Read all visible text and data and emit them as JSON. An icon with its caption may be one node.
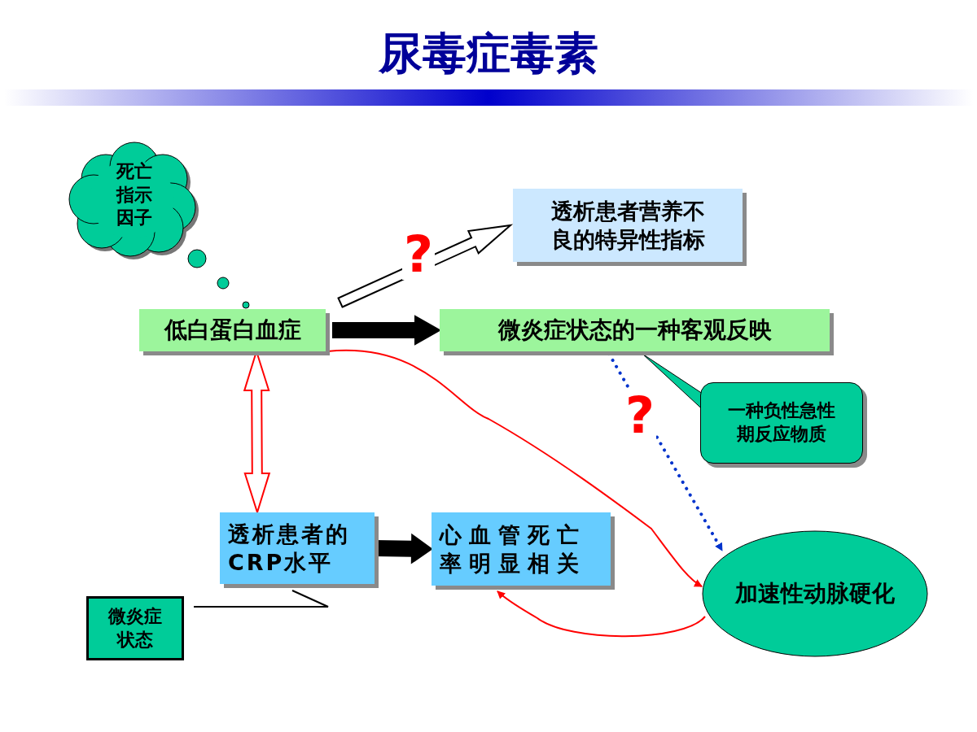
{
  "diagram": {
    "title": "尿毒症毒素",
    "nodes": [
      {
        "text": [
          "死亡指示因子"
        ]
      },
      {
        "text": [
          "透析患者营养不良的特异性指标"
        ]
      },
      {
        "text": [
          "低白蛋白血症"
        ]
      },
      {
        "text": [
          "微炎症状态的一种客观反映"
        ]
      },
      {
        "text": [
          "一种负性急性期反应物质"
        ]
      },
      {
        "text": [
          "透析患者的CRP水平"
        ]
      },
      {
        "text": [
          "心血管死亡率明显相关"
        ]
      },
      {
        "text": [
          "加速性动脉硬化"
        ]
      },
      {
        "text": [
          "微炎症状态"
        ]
      },
      {
        "text": [],
        "shape": "bar"
      }
    ],
    "edges": [
      {
        "from": 2,
        "to": 1,
        "arrow": "to",
        "style": "thick",
        "label": "?"
      },
      {
        "from": 2,
        "to": 3,
        "arrow": "to",
        "style": "thick"
      },
      {
        "from": 2,
        "to": 5,
        "arrow": "both",
        "style": "thick",
        "color": "#ff0000"
      },
      {
        "from": 2,
        "to": 7,
        "arrow": "to",
        "color": "#ff0000"
      },
      {
        "from": 3,
        "to": 7,
        "arrow": "to",
        "style": "dashed",
        "color": "#0033cc",
        "label": "?"
      },
      {
        "from": 5,
        "to": 6,
        "arrow": "to",
        "style": "thick"
      },
      {
        "from": 7,
        "to": 6,
        "arrow": "to",
        "color": "#ff0000"
      },
      {
        "from": 4,
        "to": 3,
        "arrow": "none"
      },
      {
        "from": 8,
        "to": 5,
        "arrow": "none",
        "color": "#000000"
      }
    ]
  }
}
